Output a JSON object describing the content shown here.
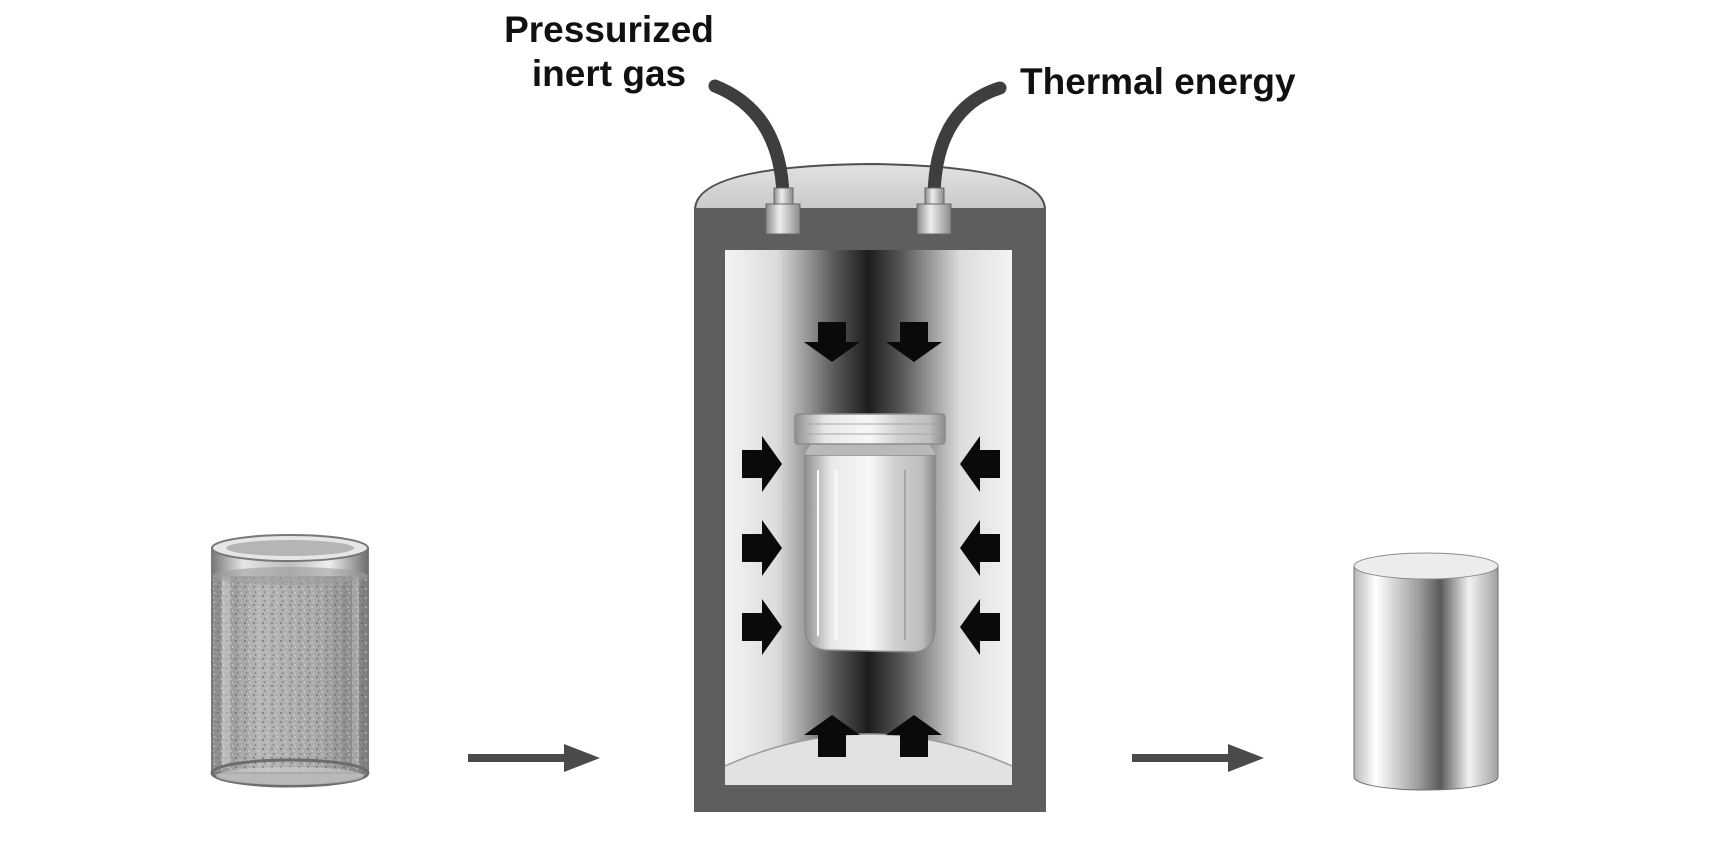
{
  "labels": {
    "gas_line1": "Pressurized",
    "gas_line2": "inert gas",
    "heat": "Thermal energy"
  },
  "colors": {
    "vessel_wall": "#5e5e5e",
    "pressure_arrow": "#0a0a0a",
    "flow_arrow": "#4a4a4a"
  }
}
